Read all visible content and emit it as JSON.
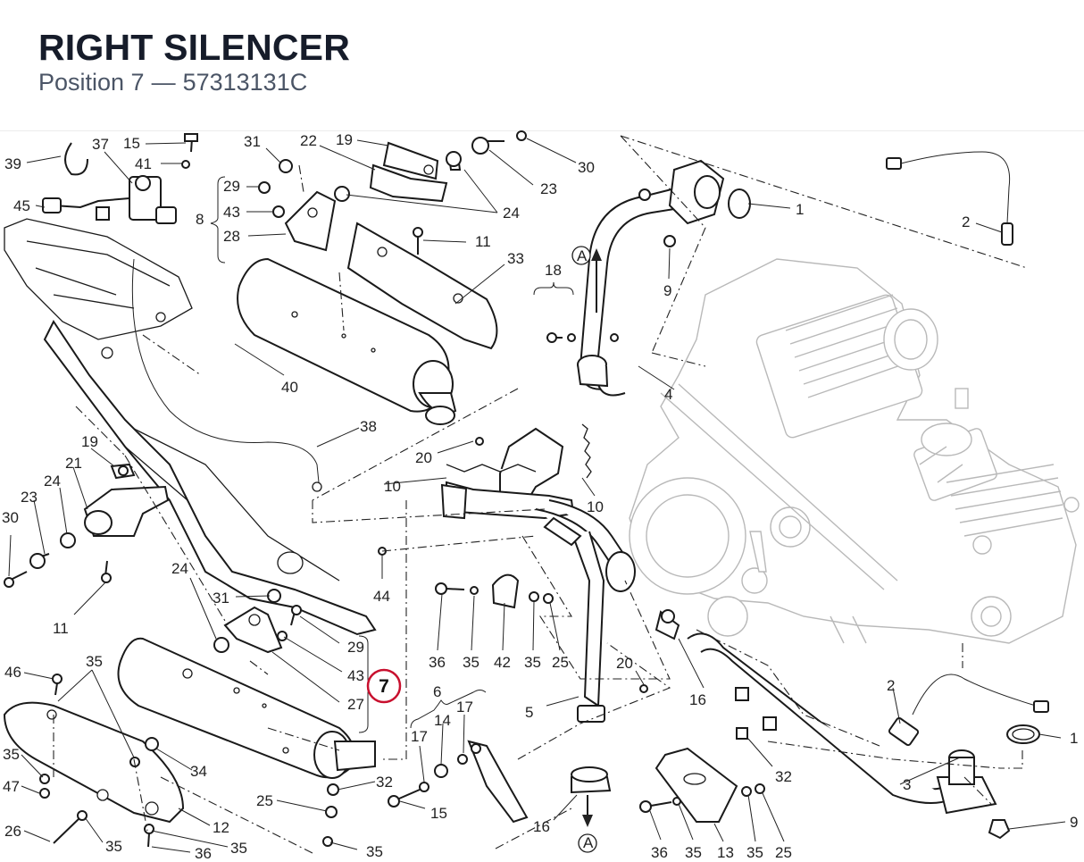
{
  "header": {
    "title": "RIGHT SILENCER",
    "position_label": "Position 7",
    "separator": "—",
    "part_number": "57313131C"
  },
  "diagram": {
    "highlight_label": "7",
    "labels": {
      "l1": "15",
      "l2": "37",
      "l3": "39",
      "l4": "41",
      "l5": "45",
      "l6": "31",
      "l7": "22",
      "l8": "19",
      "l9": "30",
      "l10": "23",
      "l11": "29",
      "l12": "8",
      "l13": "43",
      "l14": "28",
      "l15": "24",
      "l16": "11",
      "l17": "33",
      "l18": "1",
      "l19": "2",
      "l20": "18",
      "l21": "A",
      "l22": "9",
      "l23": "40",
      "l24": "4",
      "l25": "38",
      "l26": "20",
      "l27": "10",
      "l28": "10",
      "l29": "19",
      "l30": "21",
      "l31": "23",
      "l32": "24",
      "l33": "30",
      "l34": "11",
      "l35": "44",
      "l36": "24",
      "l37": "31",
      "l38": "29",
      "l39": "43",
      "l40": "27",
      "l41": "36",
      "l42": "35",
      "l43": "42",
      "l44": "35",
      "l45": "25",
      "l46": "46",
      "l47": "35",
      "l48": "35",
      "l49": "47",
      "l50": "26",
      "l51": "35",
      "l52": "34",
      "l53": "12",
      "l54": "36",
      "l55": "35",
      "l56": "25",
      "l57": "35",
      "l58": "32",
      "l59": "6",
      "l60": "17",
      "l61": "14",
      "l62": "17",
      "l63": "15",
      "l64": "5",
      "l65": "20",
      "l66": "16",
      "l67": "A",
      "l68": "16",
      "l69": "2",
      "l70": "1",
      "l71": "32",
      "l72": "3",
      "l73": "9",
      "l74": "36",
      "l75": "35",
      "l76": "13",
      "l77": "35",
      "l78": "25"
    }
  }
}
